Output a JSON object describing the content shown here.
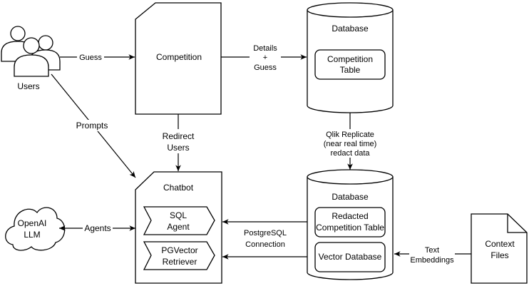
{
  "users": {
    "label": "Users",
    "icon": "users-icon"
  },
  "competition": {
    "label": "Competition"
  },
  "database_top": {
    "title": "Database",
    "table_line1": "Competition",
    "table_line2": "Table"
  },
  "database_bottom": {
    "title": "Database",
    "redacted_line1": "Redacted",
    "redacted_line2": "Competition Table",
    "vector": "Vector Database"
  },
  "chatbot": {
    "title": "Chatbot",
    "sql_line1": "SQL",
    "sql_line2": "Agent",
    "pgvector_line1": "PGVector",
    "pgvector_line2": "Retriever"
  },
  "openai": {
    "line1": "OpenAI",
    "line2": "LLM"
  },
  "context_files": {
    "line1": "Context",
    "line2": "Files"
  },
  "edges": {
    "guess": "Guess",
    "details_line1": "Details",
    "details_line2": "+",
    "details_line3": "Guess",
    "prompts": "Prompts",
    "redirect_line1": "Redirect",
    "redirect_line2": "Users",
    "qlik_line1": "Qlik Replicate",
    "qlik_line2": "(near real time)",
    "qlik_line3": "redact data",
    "agents": "Agents",
    "postgres_line1": "PostgreSQL",
    "postgres_line2": "Connection",
    "text_line1": "Text",
    "text_line2": "Embeddings"
  }
}
